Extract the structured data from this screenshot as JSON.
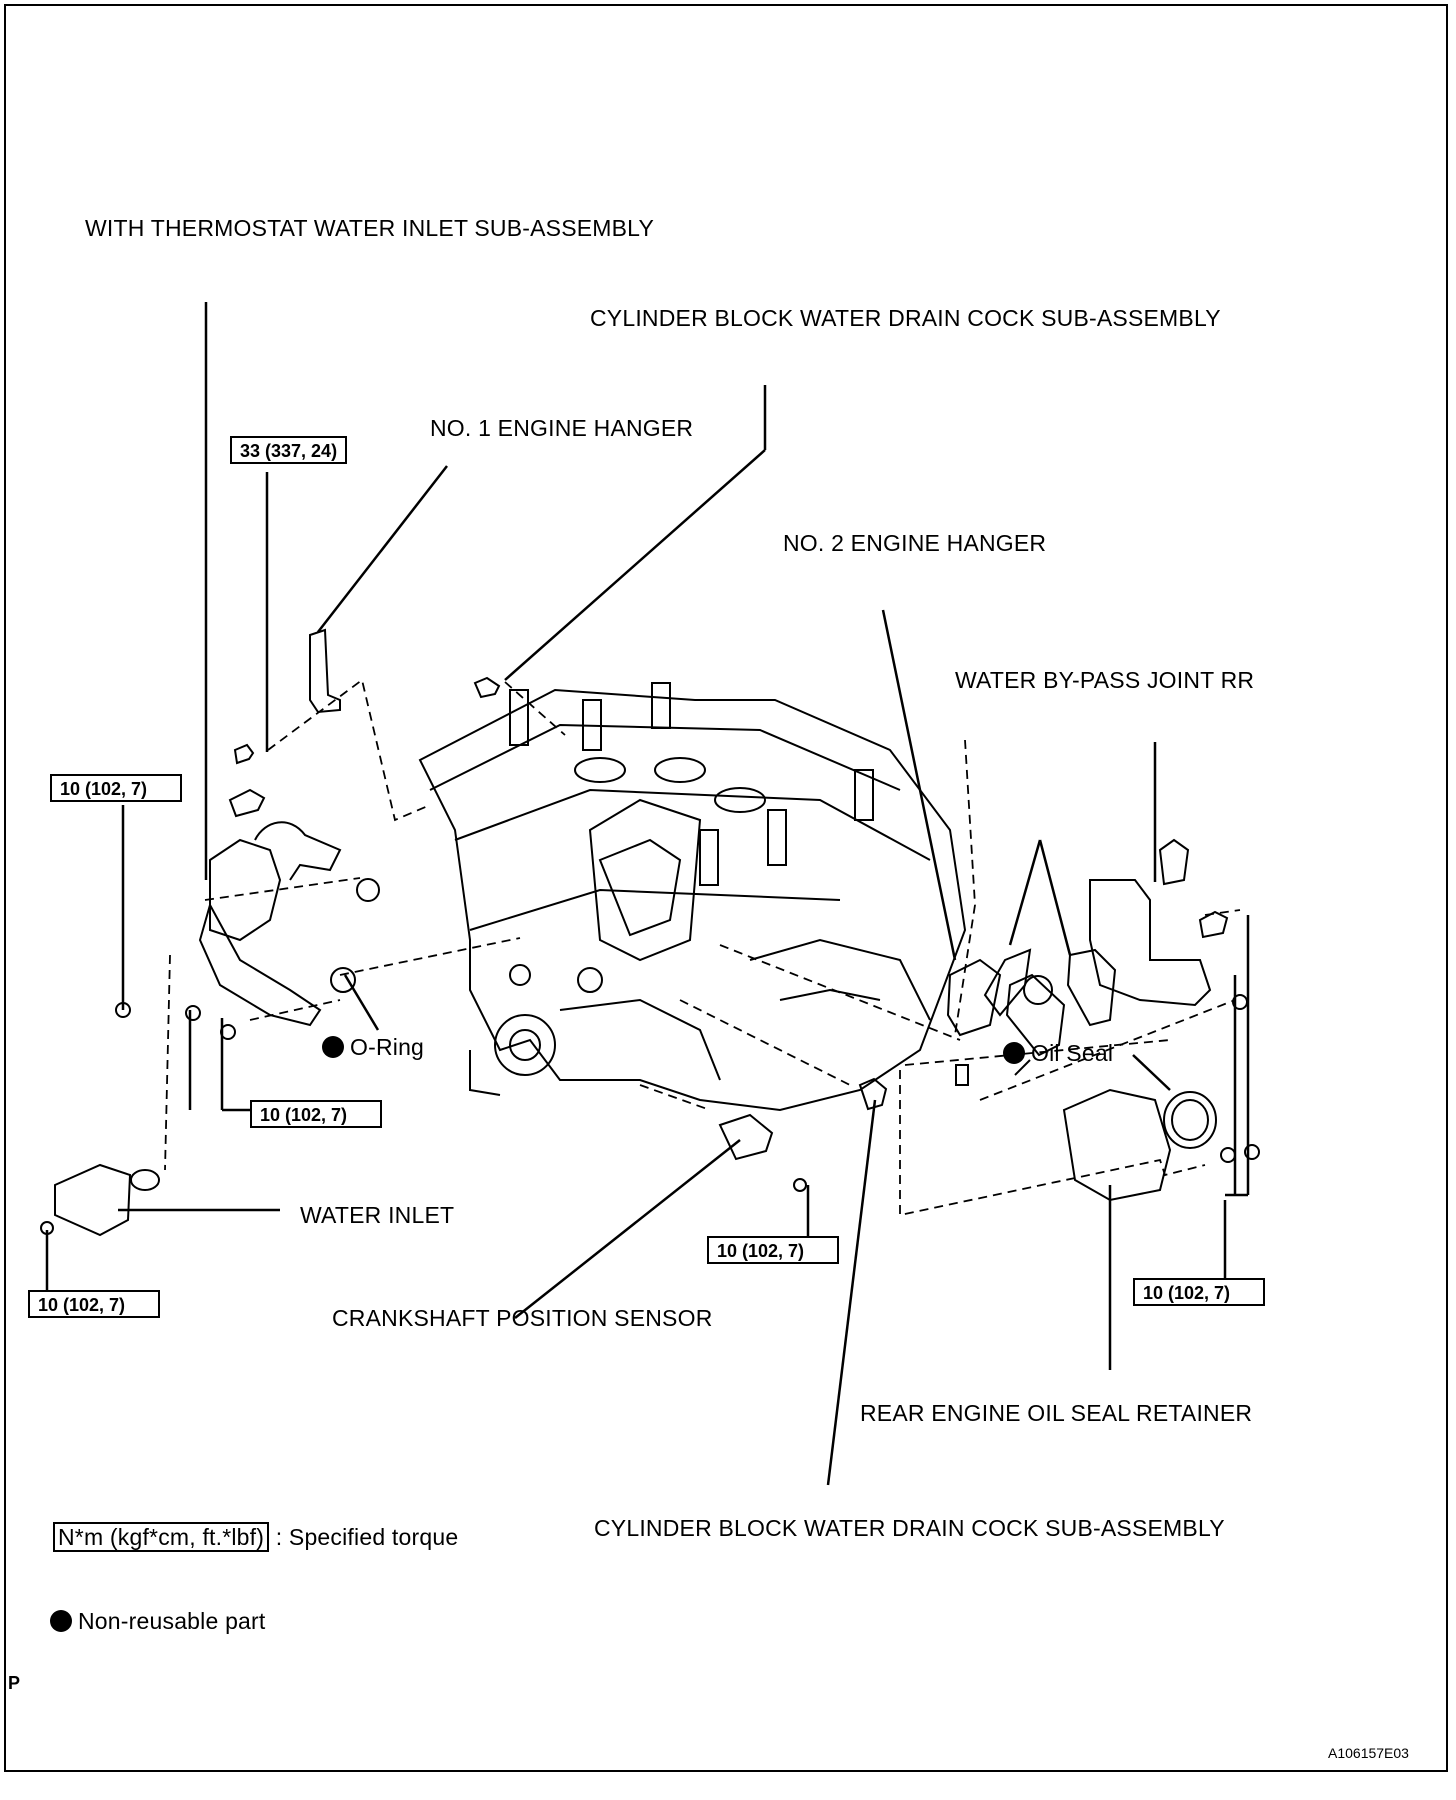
{
  "labels": {
    "thermostat_inlet": "WITH THERMOSTAT WATER INLET SUB-ASSEMBLY",
    "drain_cock_top": "CYLINDER BLOCK WATER DRAIN COCK SUB-ASSEMBLY",
    "hanger1": "NO. 1 ENGINE HANGER",
    "hanger2": "NO. 2 ENGINE HANGER",
    "bypass_joint": "WATER BY-PASS JOINT RR",
    "o_ring": "O-Ring",
    "oil_seal": "Oil Seal",
    "water_inlet": "WATER INLET",
    "crank_sensor": "CRANKSHAFT POSITION SENSOR",
    "rear_retainer": "REAR ENGINE OIL SEAL RETAINER",
    "drain_cock_bottom": "CYLINDER BLOCK WATER DRAIN COCK SUB-ASSEMBLY"
  },
  "torques": {
    "hanger_bolt": "33 (337, 24)",
    "thermostat_bolt": "10 (102, 7)",
    "housing_bolts": "10 (102, 7)",
    "water_inlet_nut": "10 (102, 7)",
    "sensor_bolt": "10 (102, 7)",
    "rear_bolts": "10 (102, 7)"
  },
  "legend": {
    "torque_unit": "N*m (kgf*cm, ft.*lbf)",
    "torque_desc": ": Specified torque",
    "nonreusable": "Non-reusable part"
  },
  "corner": {
    "p_mark": "P",
    "figure_code": "A106157E03"
  }
}
